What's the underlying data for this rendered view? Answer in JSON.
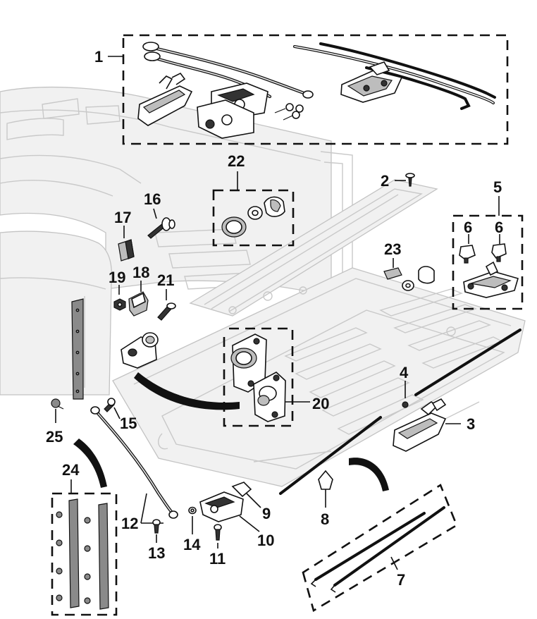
{
  "diagram": {
    "callouts": [
      {
        "id": "1",
        "label": "1"
      },
      {
        "id": "2",
        "label": "2"
      },
      {
        "id": "3",
        "label": "3"
      },
      {
        "id": "4",
        "label": "4"
      },
      {
        "id": "5",
        "label": "5"
      },
      {
        "id": "6a",
        "label": "6"
      },
      {
        "id": "6b",
        "label": "6"
      },
      {
        "id": "7",
        "label": "7"
      },
      {
        "id": "8",
        "label": "8"
      },
      {
        "id": "9",
        "label": "9"
      },
      {
        "id": "10",
        "label": "10"
      },
      {
        "id": "11",
        "label": "11"
      },
      {
        "id": "12",
        "label": "12"
      },
      {
        "id": "13",
        "label": "13"
      },
      {
        "id": "14",
        "label": "14"
      },
      {
        "id": "15",
        "label": "15"
      },
      {
        "id": "16",
        "label": "16"
      },
      {
        "id": "17",
        "label": "17"
      },
      {
        "id": "18",
        "label": "18"
      },
      {
        "id": "19",
        "label": "19"
      },
      {
        "id": "20",
        "label": "20"
      },
      {
        "id": "21",
        "label": "21"
      },
      {
        "id": "22",
        "label": "22"
      },
      {
        "id": "23",
        "label": "23"
      },
      {
        "id": "24",
        "label": "24"
      },
      {
        "id": "25",
        "label": "25"
      }
    ]
  }
}
